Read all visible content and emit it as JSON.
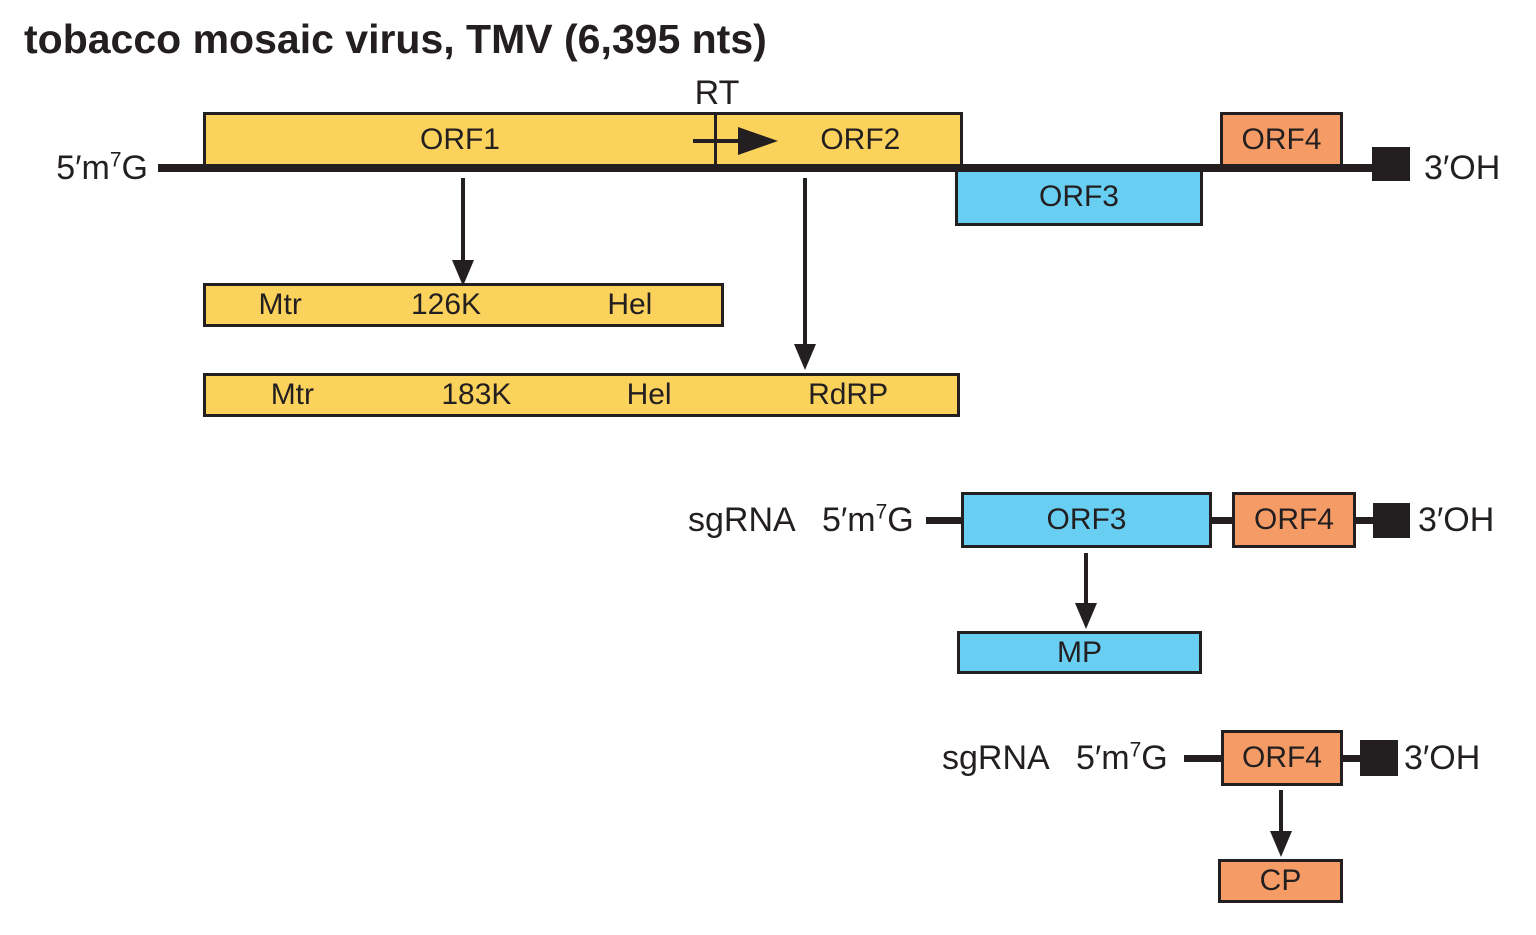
{
  "title": "tobacco mosaic virus, TMV (6,395 nts)",
  "colors": {
    "yellow": "#FBD35C",
    "blue": "#69CFF2",
    "orange": "#F59C66",
    "ink": "#231F20"
  },
  "genome_row": {
    "five_prime": {
      "pre": "5′m",
      "sup": "7",
      "post": "G"
    },
    "rt_label": "RT",
    "orf1_label": "ORF1",
    "orf2_label": "ORF2",
    "orf3_label": "ORF3",
    "orf4_label": "ORF4",
    "three_prime_label": "3′OH"
  },
  "protein_126k": {
    "mtr": "Mtr",
    "name": "126K",
    "hel": "Hel"
  },
  "protein_183k": {
    "mtr": "Mtr",
    "name": "183K",
    "hel": "Hel",
    "rdrp": "RdRP"
  },
  "sgrna1": {
    "label": "sgRNA",
    "five_prime": {
      "pre": "5′m",
      "sup": "7",
      "post": "G"
    },
    "orf3_label": "ORF3",
    "orf4_label": "ORF4",
    "three_prime_label": "3′OH",
    "product": "MP"
  },
  "sgrna2": {
    "label": "sgRNA",
    "five_prime": {
      "pre": "5′m",
      "sup": "7",
      "post": "G"
    },
    "orf4_label": "ORF4",
    "three_prime_label": "3′OH",
    "product": "CP"
  }
}
